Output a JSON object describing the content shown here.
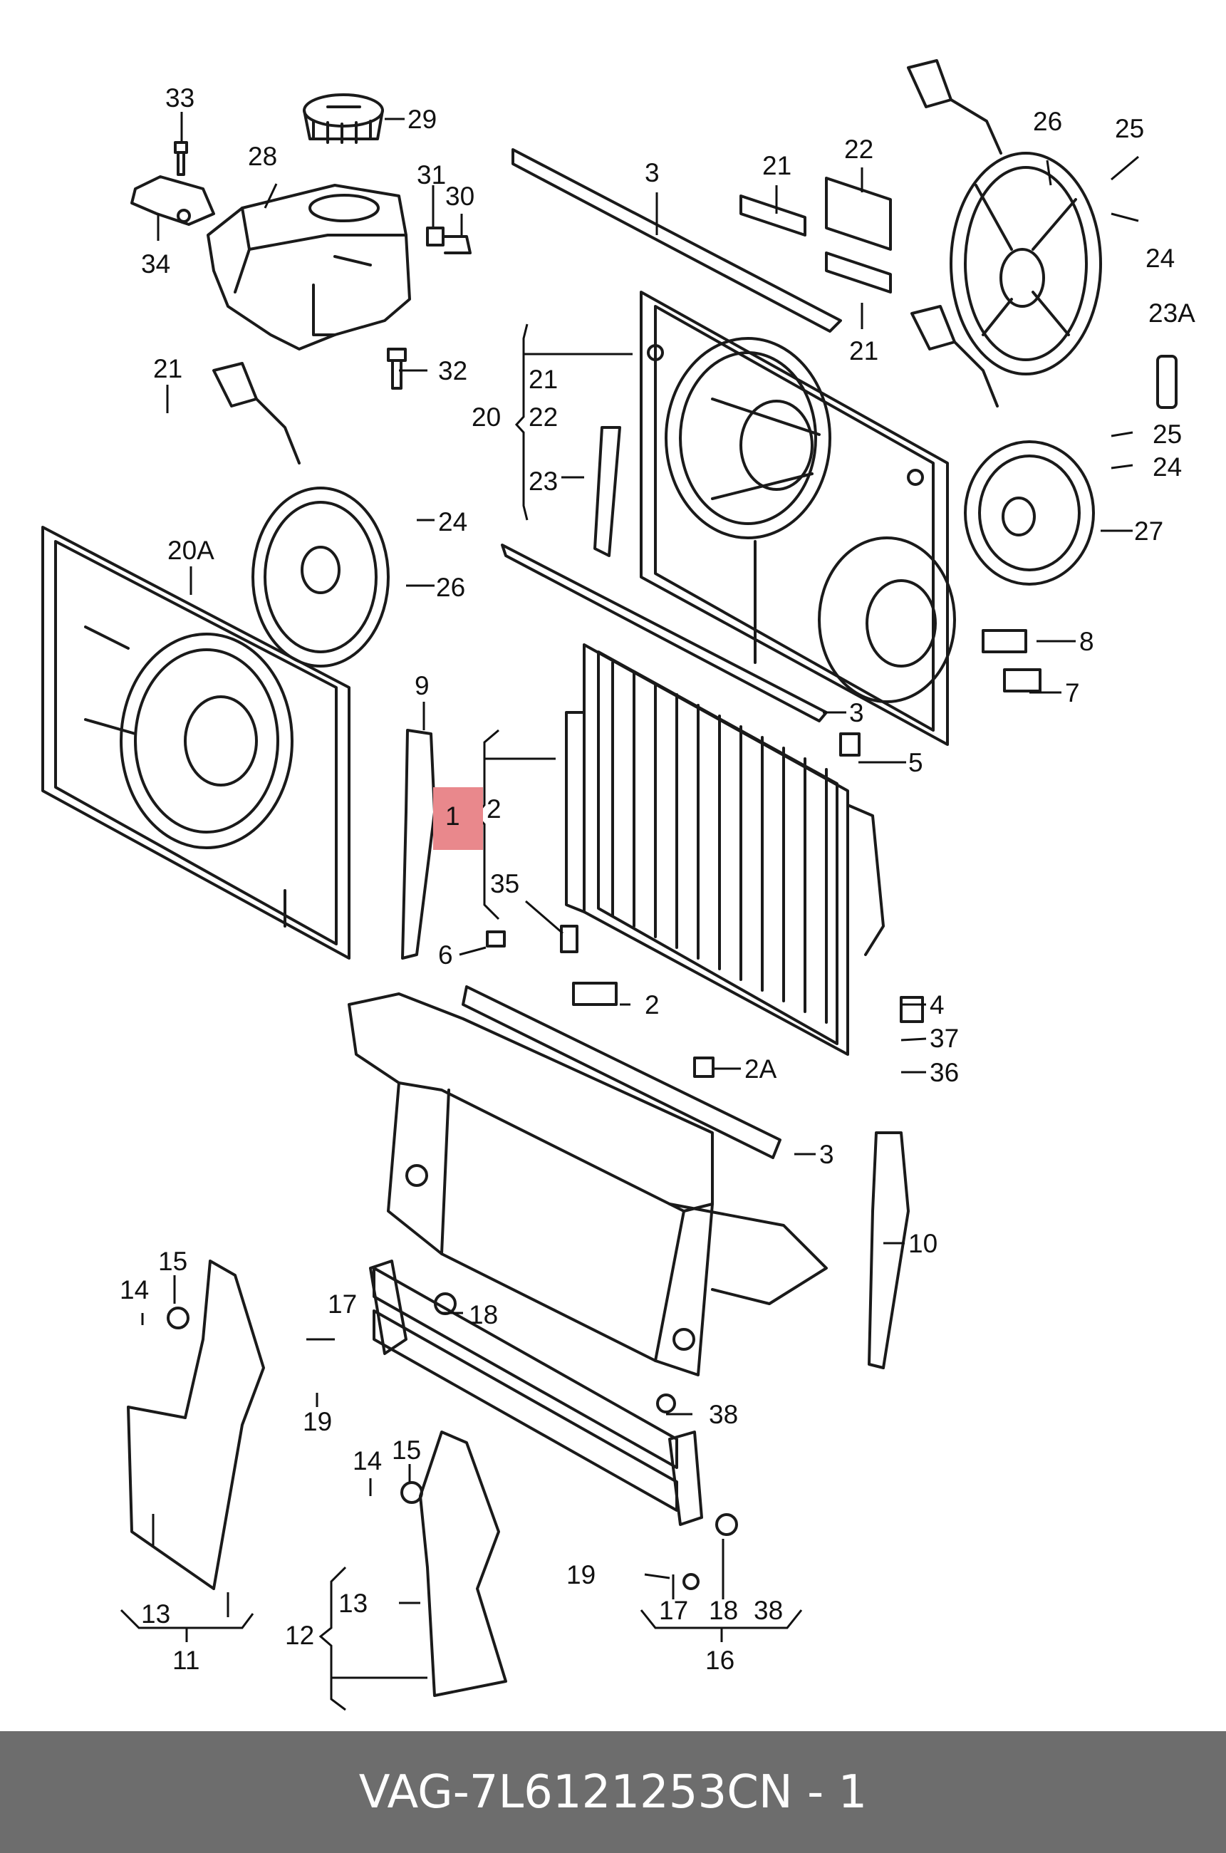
{
  "footer": {
    "brand": "VAG",
    "separator": "-",
    "part_number": "7L6121253C",
    "position_label": "N - 1"
  },
  "diagram": {
    "highlight_color": "#e9888c",
    "callouts": {
      "c1": "1",
      "c2": "2",
      "c2b": "2",
      "c2a": "2A",
      "c3a": "3",
      "c3b": "3",
      "c3c": "3",
      "c4": "4",
      "c5": "5",
      "c6": "6",
      "c7": "7",
      "c8": "8",
      "c9": "9",
      "c10": "10",
      "c11": "11",
      "c12": "12",
      "c13a": "13",
      "c13b": "13",
      "c14a": "14",
      "c14b": "14",
      "c15a": "15",
      "c15b": "15",
      "c16": "16",
      "c17a": "17",
      "c17b": "17",
      "c18a": "18",
      "c18b": "18",
      "c19a": "19",
      "c19b": "19",
      "c20": "20",
      "c20a": "20A",
      "c21a": "21",
      "c21b": "21",
      "c21c": "21",
      "c21d": "21",
      "c22a": "22",
      "c22b": "22",
      "c23": "23",
      "c23a": "23A",
      "c24a": "24",
      "c24b": "24",
      "c24c": "24",
      "c25a": "25",
      "c25b": "25",
      "c26a": "26",
      "c26b": "26",
      "c27": "27",
      "c28": "28",
      "c29": "29",
      "c30": "30",
      "c31": "31",
      "c32": "32",
      "c33": "33",
      "c34": "34",
      "c35": "35",
      "c36": "36",
      "c37": "37",
      "c38a": "38",
      "c38b": "38"
    }
  }
}
